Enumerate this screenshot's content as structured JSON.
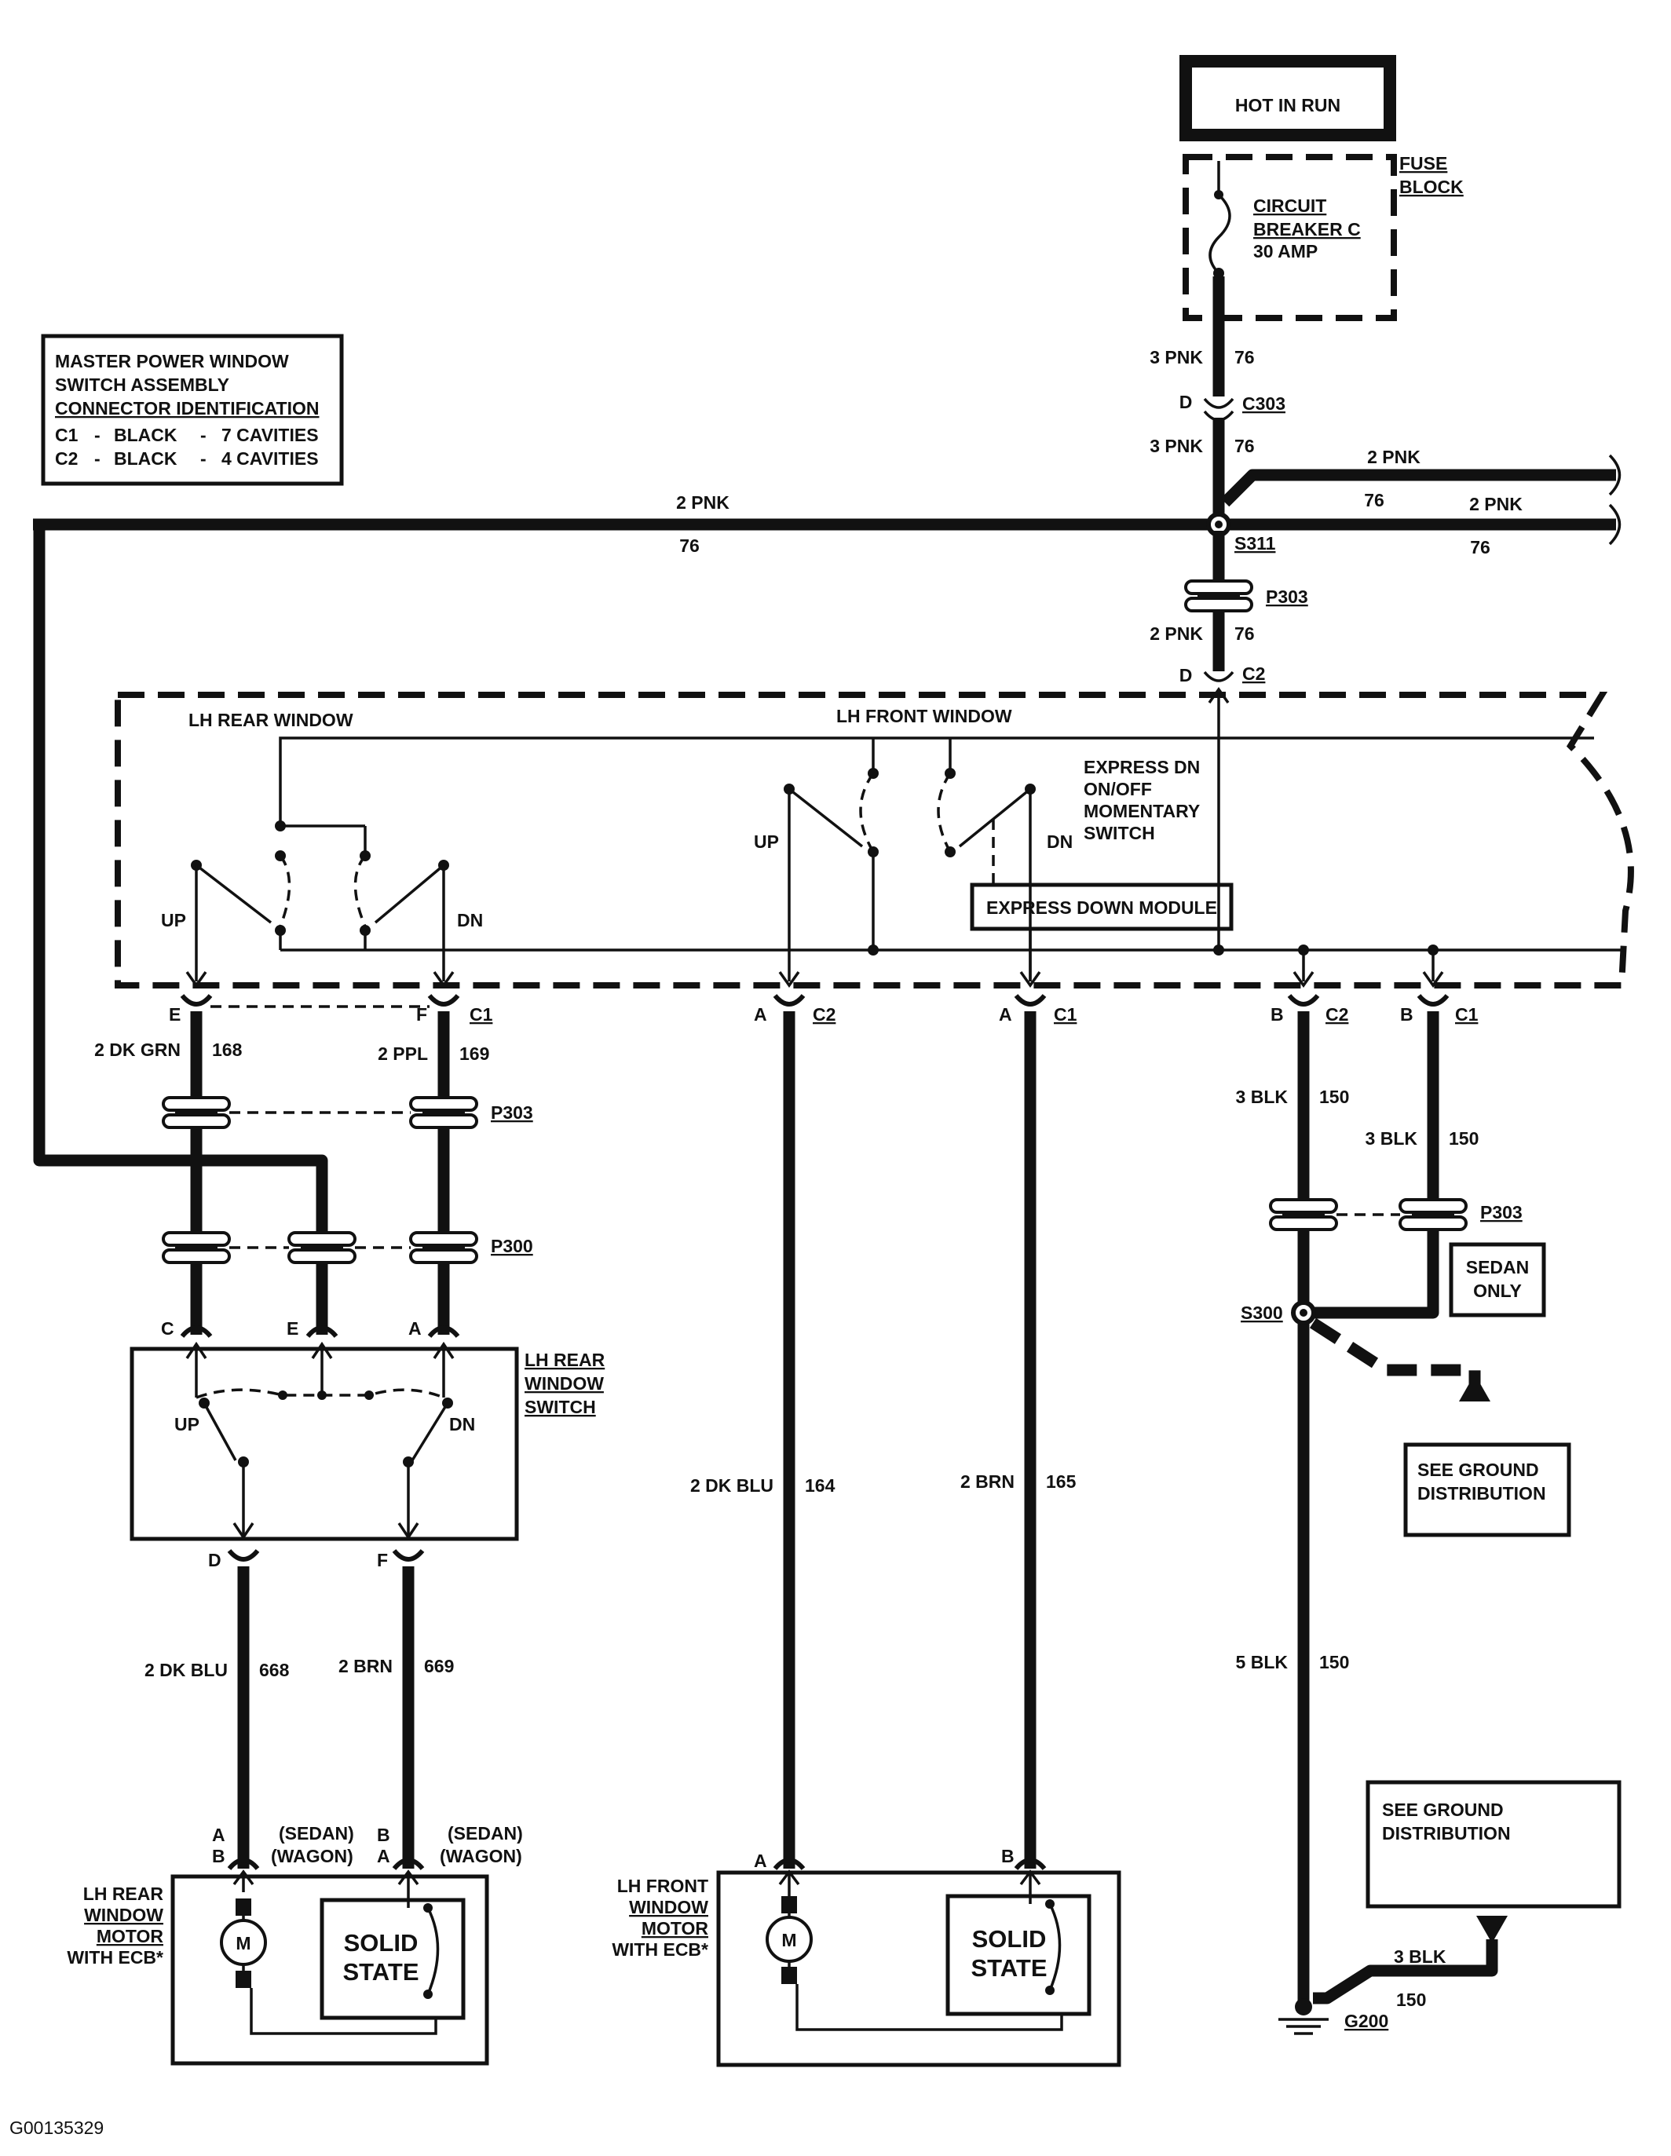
{
  "labels": {
    "hot_in_run": "HOT IN RUN",
    "fuse_block_1": "FUSE",
    "fuse_block_2": "BLOCK",
    "breaker_1": "CIRCUIT",
    "breaker_2": "BREAKER C",
    "breaker_3": "30 AMP",
    "conn_id": [
      "MASTER POWER WINDOW",
      "SWITCH ASSEMBLY",
      "CONNECTOR IDENTIFICATION"
    ],
    "conn_c1": [
      "C1",
      "-",
      "BLACK",
      "-",
      "7 CAVITIES"
    ],
    "conn_c2": [
      "C2",
      "-",
      "BLACK",
      "-",
      "4 CAVITIES"
    ],
    "lh_rear_window": "LH REAR WINDOW",
    "lh_front_window": "LH FRONT WINDOW",
    "express": [
      "EXPRESS DN",
      "ON/OFF",
      "MOMENTARY",
      "SWITCH"
    ],
    "express_module": "EXPRESS DOWN MODULE",
    "up": "UP",
    "dn": "DN",
    "lh_rear_switch": [
      "LH REAR",
      "WINDOW",
      "SWITCH"
    ],
    "sedan_only": [
      "SEDAN",
      "ONLY"
    ],
    "see_ground": [
      "SEE GROUND",
      "DISTRIBUTION"
    ],
    "rear_motor": [
      "LH REAR",
      "WINDOW",
      "MOTOR",
      "WITH ECB*"
    ],
    "front_motor": [
      "LH FRONT",
      "WINDOW",
      "MOTOR",
      "WITH ECB*"
    ],
    "sedan": "(SEDAN)",
    "wagon": "(WAGON)",
    "solid": "SOLID",
    "state": "STATE",
    "motor_m": "M",
    "footer": "G00135329"
  },
  "wires": {
    "pnk": "2 PNK",
    "pnk3": "3 PNK",
    "c76": "76",
    "dkgrn": "2 DK GRN",
    "c168": "168",
    "ppl": "2 PPL",
    "c169": "169",
    "dkblu": "2 DK BLU",
    "c164": "164",
    "c668": "668",
    "brn": "2 BRN",
    "c165": "165",
    "c669": "669",
    "blk3": "3 BLK",
    "blk5": "5 BLK",
    "c150": "150"
  },
  "connectors": {
    "c303": "C303",
    "c2": "C2",
    "c1": "C1",
    "p303": "P303",
    "p300": "P300",
    "s311": "S311",
    "s300": "S300",
    "g200": "G200",
    "pa": "A",
    "pb": "B",
    "pc": "C",
    "pd": "D",
    "pe": "E",
    "pf": "F"
  }
}
